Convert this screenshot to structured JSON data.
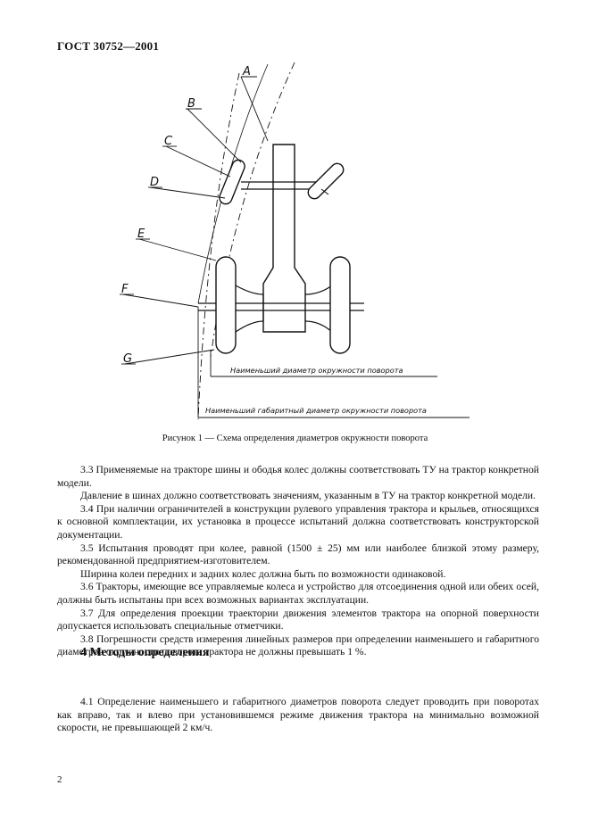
{
  "header": {
    "doc_id": "ГОСТ 30752—2001"
  },
  "figure": {
    "labels": {
      "A": "A",
      "B": "B",
      "C": "C",
      "D": "D",
      "E": "E",
      "F": "F",
      "G": "G"
    },
    "note_min": "Наименьший диаметр окружности поворота",
    "note_overall": "Наименьший габаритный диаметр окружности поворота",
    "caption": "Рисунок 1 — Схема определения диаметров окружности поворота"
  },
  "paragraphs": [
    "3.3 Применяемые на тракторе шины и ободья колес должны соответствовать ТУ на трактор конкретной модели.",
    "Давление в шинах должно соответствовать значениям, указанным в ТУ на трактор конкретной модели.",
    "3.4 При наличии ограничителей в конструкции рулевого управления трактора и крыльев, относящихся к основной комплектации, их установка в процессе испытаний должна соответствовать конструкторской документации.",
    "3.5 Испытания проводят при колее, равной (1500 ± 25) мм или наиболее близкой этому размеру, рекомендованной предприятием-изготовителем.",
    "Ширина колеи передних и задних колес должна быть по возможности одинаковой.",
    "3.6 Тракторы, имеющие все управляемые колеса и устройство для отсоединения одной или обеих осей, должны быть испытаны при всех возможных вариантах эксплуатации.",
    "3.7 Для определения проекции траектории движения элементов трактора на опорной поверхности допускается использовать специальные отметчики.",
    "3.8 Погрешности средств измерения линейных размеров при определении наименьшего и габаритного диаметров окружности поворота трактора не должны превышать 1 %."
  ],
  "section": {
    "title": "4 Методы определения"
  },
  "paragraphs2": [
    "4.1 Определение наименьшего и габаритного диаметров поворота следует проводить при поворотах как вправо, так и влево при установившемся режиме движения трактора на минимально возможной скорости, не превышающей 2 км/ч."
  ],
  "page_number": "2"
}
